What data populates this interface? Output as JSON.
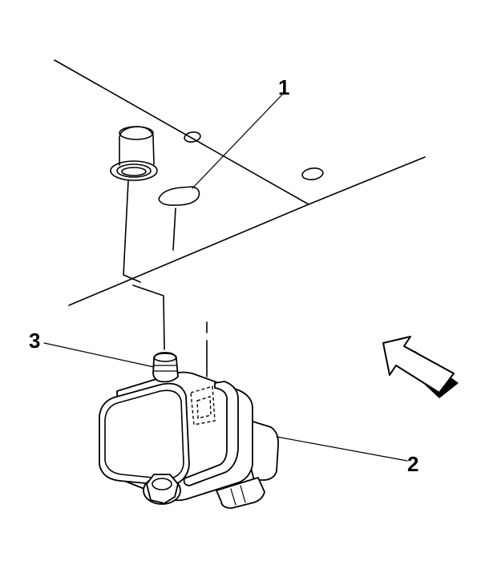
{
  "callouts": [
    {
      "id": "1",
      "text": "1"
    },
    {
      "id": "2",
      "text": "2"
    },
    {
      "id": "3",
      "text": "3"
    }
  ],
  "colors": {
    "line": "#000000",
    "background": "#ffffff",
    "arrow_shade": "#000000"
  },
  "icons": {
    "direction_arrow": "view-direction-arrow-icon"
  }
}
